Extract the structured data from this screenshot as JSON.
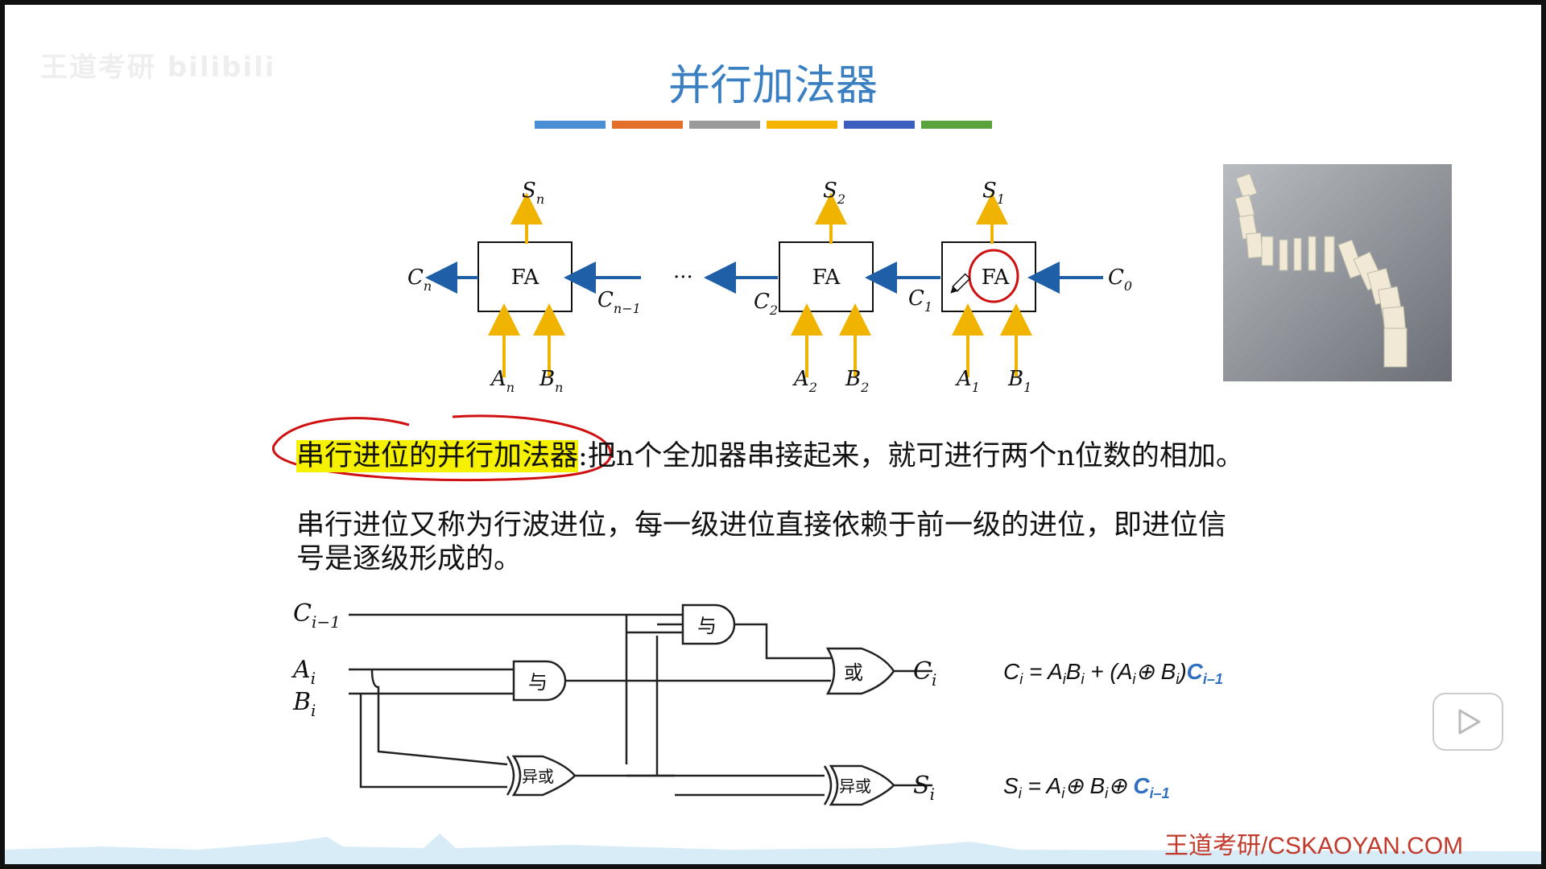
{
  "slide": {
    "title": "并行加法器",
    "watermark": "王道考研 bilibili",
    "stripe_colors": [
      "#4a8fd4",
      "#e2702a",
      "#9a9a9a",
      "#f4b400",
      "#3a5fbf",
      "#5aa33c"
    ]
  },
  "fa_diagram": {
    "blocks": [
      {
        "label": "FA",
        "sum": "S",
        "sum_sub": "n",
        "a": "A",
        "a_sub": "n",
        "b": "B",
        "b_sub": "n",
        "carry_out": "C",
        "carry_out_sub": "n",
        "carry_in": "C",
        "carry_in_sub": "n−1"
      },
      {
        "label": "FA",
        "sum": "S",
        "sum_sub": "2",
        "a": "A",
        "a_sub": "2",
        "b": "B",
        "b_sub": "2",
        "carry_out": "C",
        "carry_out_sub": "2",
        "carry_in": "C",
        "carry_in_sub": "1"
      },
      {
        "label": "FA",
        "sum": "S",
        "sum_sub": "1",
        "a": "A",
        "a_sub": "1",
        "b": "B",
        "b_sub": "1",
        "carry_in": "C",
        "carry_in_sub": "0"
      }
    ],
    "ellipsis": "···"
  },
  "text": {
    "highlight_term": "串行进位的并行加法器",
    "colon": ":",
    "definition": "把n个全加器串接起来，就可进行两个n位数的相加。",
    "explain_line1": "串行进位又称为行波进位，每一级进位直接依赖于前一级的进位，即进位信",
    "explain_line2": "号是逐级形成的。"
  },
  "circuit": {
    "inputs": {
      "c_prev": "C",
      "c_prev_sub": "i−1",
      "a": "A",
      "a_sub": "i",
      "b": "B",
      "b_sub": "i"
    },
    "gates": {
      "and1": "与",
      "and2": "与",
      "or": "或",
      "xor1": "异或",
      "xor2": "异或"
    },
    "outputs": {
      "c": "C",
      "c_sub": "i",
      "s": "S",
      "s_sub": "i"
    },
    "formula_c": {
      "lhs": "C",
      "lhs_sub": "i",
      "rhs_1": " = A",
      "rhs_1_sub": "i",
      "rhs_2": "B",
      "rhs_2_sub": "i",
      "rhs_3": " + (A",
      "rhs_3_sub": "i",
      "rhs_4": "⊕ B",
      "rhs_4_sub": "i",
      "rhs_5": ")",
      "tail": "C",
      "tail_sub": "i–1"
    },
    "formula_s": {
      "lhs": "S",
      "lhs_sub": "i",
      "rhs_1": " = A",
      "rhs_1_sub": "i",
      "rhs_2": "⊕ B",
      "rhs_2_sub": "i",
      "rhs_3": "⊕ ",
      "tail": "C",
      "tail_sub": "i–1"
    },
    "accent_color": "#2f6fc4"
  },
  "footer": {
    "brand": "王道考研/CSKAOYAN.COM"
  }
}
